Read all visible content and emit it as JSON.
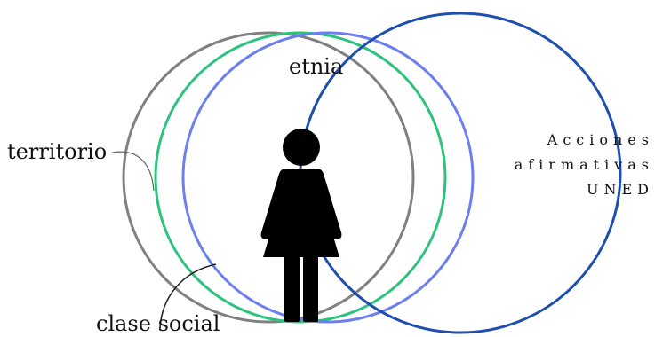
{
  "diagram": {
    "labels": {
      "etnia": "etnia",
      "territorio": "territorio",
      "clase_social": "clase social",
      "acciones_line1": "Acciones",
      "acciones_line2": "afirmativas",
      "acciones_line3": "UNED"
    },
    "colors": {
      "territorio_circle": "#808080",
      "clase_social_circle": "#2ec27e",
      "etnia_circle": "#6b7ff0",
      "acciones_circle": "#1e4fae",
      "figure": "#000000"
    },
    "icons": {
      "person": "woman-figure-icon"
    }
  }
}
